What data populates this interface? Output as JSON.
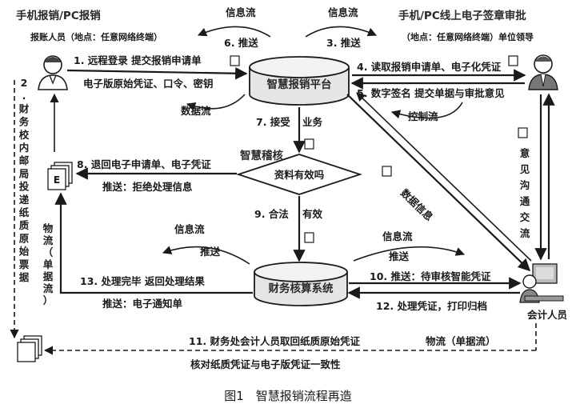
{
  "left_role": {
    "title": "手机报销/PC报销",
    "subtitle": "报账人员（地点：任意网络终端）"
  },
  "right_role": {
    "title": "手机/PC线上电子签章审批",
    "subtitle": "（地点：任意网络终端）单位领导"
  },
  "platform": {
    "label": "智慧报销平台"
  },
  "finance": {
    "label": "财务核算系统"
  },
  "audit": {
    "label": "智慧稽核",
    "question": "资料有效吗"
  },
  "accountant": {
    "label": "会计人员"
  },
  "top_flows": {
    "info_left": "信息流",
    "info_right": "信息流"
  },
  "steps": {
    "s1a": "1. 远程登录 提交报销申请单",
    "s1b": "电子版原始凭证、口令、密钥",
    "data_flow": "数据流",
    "s2": "2.财务校内邮局投递纸质原始票据",
    "s2_side": "物流（单据流）",
    "s3": "3. 推送",
    "s4": "4. 读取报销申请单、电子化凭证",
    "s5": "5. 数字签名 提交单据与审批意见",
    "control_flow": "控制流",
    "s6": "6. 推送",
    "s7a": "7. 接受",
    "s7b": "业务",
    "s8": "8. 退回电子申请单、电子凭证",
    "s8_push": "推送：拒绝处理信息",
    "s9a": "9. 合法",
    "s9b": "有效",
    "data_info": "数据信息",
    "opinion": "意见沟通交流",
    "s10_info": "信息流",
    "s10_push": "推送",
    "s10": "10. 推送：待审核智能凭证",
    "s12": "12. 处理凭证，打印归档",
    "left_info": "信息流",
    "left_push": "推送",
    "s13": "13. 处理完毕 返回处理结果",
    "s13_push": "推送：电子通知单",
    "s11a": "11. 财务处会计人员取回纸质原始凭证",
    "s11b": "核对纸质凭证与电子版凭证一致性",
    "s11_side": "物流（单据流）"
  },
  "doc_icon_letter": "E",
  "caption": "图1　智慧报销流程再造"
}
